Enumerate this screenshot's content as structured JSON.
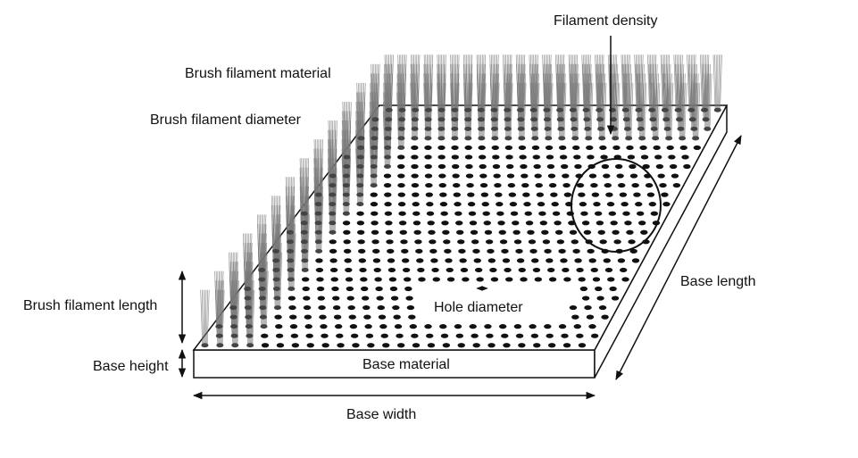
{
  "labels": {
    "filament_density": "Filament density",
    "brush_filament_material": "Brush filament material",
    "brush_filament_diameter": "Brush filament diameter",
    "brush_filament_length": "Brush filament length",
    "base_height": "Base height",
    "base_material": "Base material",
    "base_width": "Base width",
    "base_length": "Base length",
    "hole_diameter": "Hole diameter"
  },
  "colors": {
    "line": "#111111",
    "hole": "#111111",
    "filament": "#777777",
    "base_face": "#ffffff"
  }
}
